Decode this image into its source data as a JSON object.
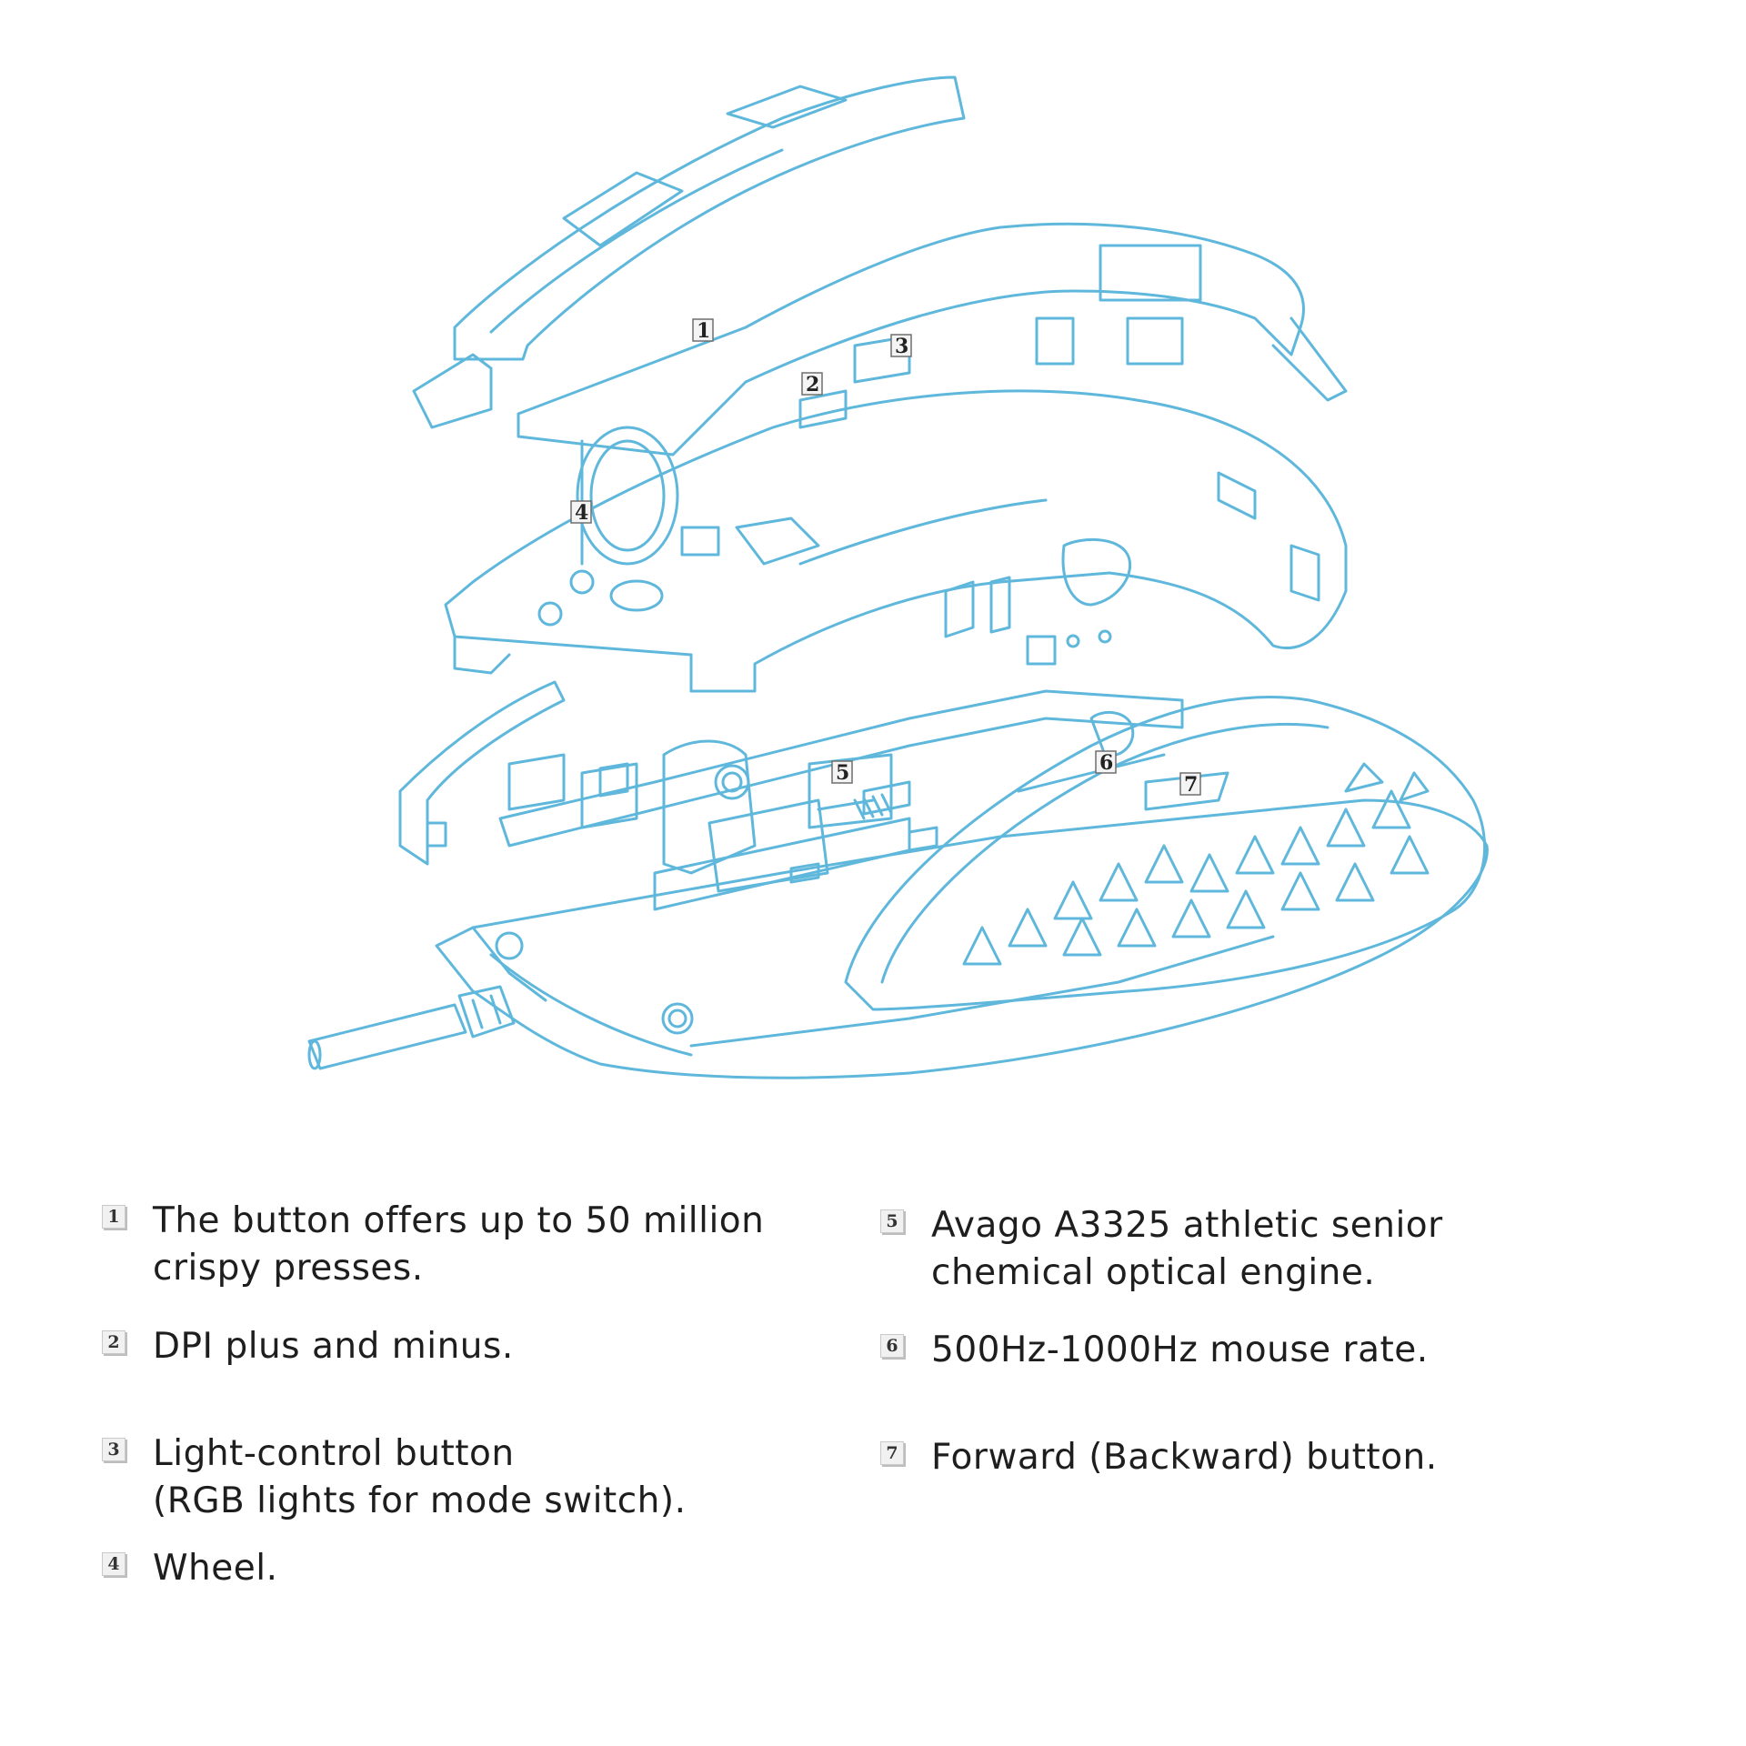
{
  "callouts": [
    "1",
    "2",
    "3",
    "4",
    "5",
    "6",
    "7"
  ],
  "legend": [
    {
      "num": "1",
      "lines": [
        "The button offers up to 50 million",
        "crispy presses."
      ]
    },
    {
      "num": "2",
      "lines": [
        "DPI plus and minus."
      ]
    },
    {
      "num": "3",
      "lines": [
        "Light-control button",
        "(RGB lights for mode switch)."
      ]
    },
    {
      "num": "4",
      "lines": [
        "Wheel."
      ]
    },
    {
      "num": "5",
      "lines": [
        "Avago A3325 athletic senior",
        "chemical optical engine."
      ]
    },
    {
      "num": "6",
      "lines": [
        "500Hz-1000Hz mouse rate."
      ]
    },
    {
      "num": "7",
      "lines": [
        "Forward (Backward) button."
      ]
    }
  ],
  "colors": {
    "line": "#5fb8dc",
    "ink": "#1e1e1e"
  },
  "icons": [
    "mouse-exploded-view-illustration"
  ]
}
